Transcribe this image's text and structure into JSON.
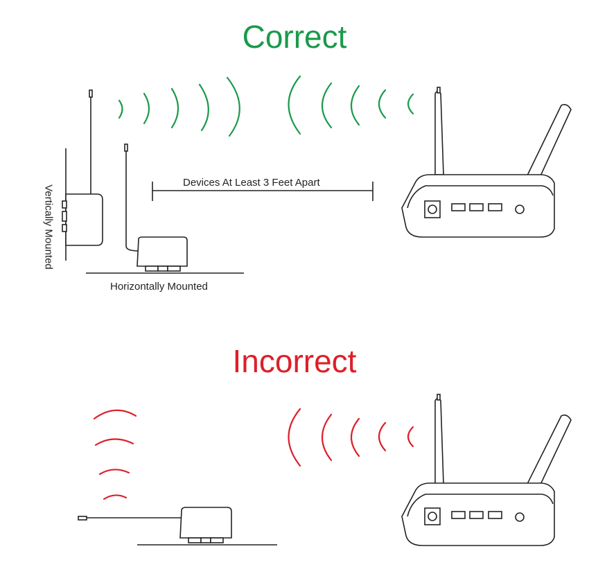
{
  "colors": {
    "correct": "#1a9a4a",
    "incorrect": "#dd1f2a",
    "line": "#222222"
  },
  "correct_section": {
    "title": "Correct",
    "distance_label": "Devices At Least 3 Feet Apart",
    "horizontal_label": "Horizontally Mounted",
    "vertical_label": "Vertically Mounted"
  },
  "incorrect_section": {
    "title": "Incorrect"
  }
}
